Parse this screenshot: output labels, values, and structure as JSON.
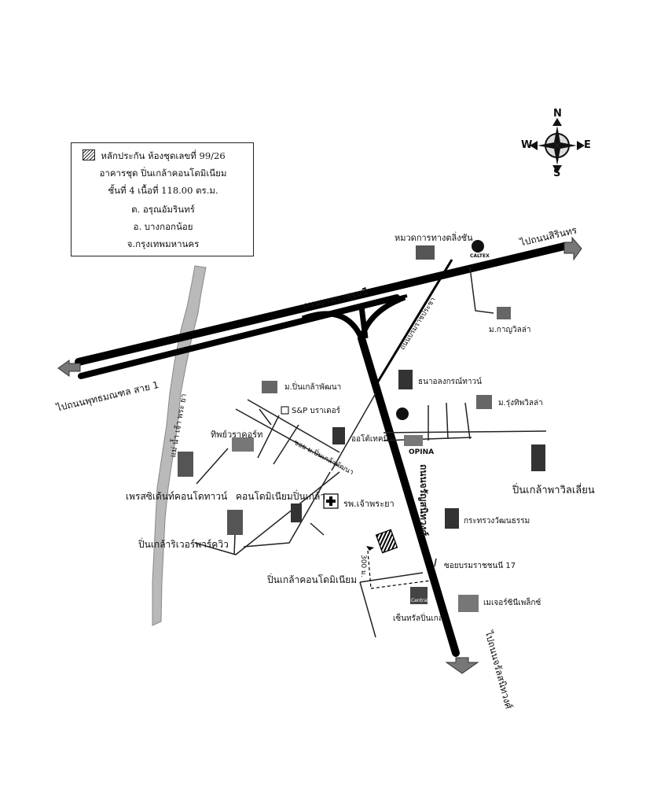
{
  "legend": {
    "line1": "หลักประกัน ห้องชุดเลขที่ 99/26",
    "line2": "อาคารชุด ปิ่นเกล้าคอนโดมิเนียม",
    "line3": "ชั้นที่ 4 เนื้อที่ 118.00 ตร.ม.",
    "line4": "ต. อรุณอัมรินทร์",
    "line5": "อ. บางกอกน้อย",
    "line6": "จ.กรุงเทพมหานคร"
  },
  "compass": {
    "n": "N",
    "s": "S",
    "e": "E",
    "w": "W"
  },
  "roads": {
    "borommaratchachonnani": "ถนนบรมราชชนนี",
    "to_sirindhorn": "ไปถนนสิรินทร",
    "to_phutthamonthon": "ไปถนนพุทธมณฑล สาย 1",
    "charan": "ถนนจรัญสนิทวงศ์",
    "to_charan": "ไปถนนจรัลสนิทวงศ์",
    "borommarat_pracha": "ถนนบรมราชประชา",
    "soi_pinklao_phatthana": "ซอย ม.ปิ่นเกล้าพัฒนา",
    "soi_17": "ซอยบรมราชชนนี 17",
    "river": "แม่ น้ำ เจ้า พระ ยา",
    "distance": "300 ม."
  },
  "places": {
    "highway_dept": "หมวดการทางตลิ่งชัน",
    "caltex": "CALTEX",
    "kanya_villa": "ม.กาญวิลล่า",
    "pinklao_phatthana": "ม.ปิ่นเกล้าพัฒนา",
    "sp": "S&P บราเดอร์",
    "thanalongkorn": "ธนาอลงกรณ์ทาวน์",
    "rungthip_villa": "ม.รุ่งทิพวิลล่า",
    "thiphawarakot": "ทิพย์วราคอร์ท",
    "auto_technic": "ออโต้เทคนิค",
    "opina": "OPINA",
    "pinklao_pavilion": "ปิ่นเกล้าพาวิลเลี่ยน",
    "president_condo": "เพรสซิเด้นท์คอนโดทาวน์",
    "pinklao_condo_building": "คอนโดมิเนียมปิ่นเกล้า",
    "chaophraya_hospital": "รพ.เจ้าพระยา",
    "culture_ministry": "กระทรวงวัฒนธรรม",
    "pinklao_river_park": "ปิ่นเกล้าริเวอร์พาร์ควิว",
    "pinklao_condominium": "ปิ่นเกล้าคอนโดมิเนียม",
    "central": "Central",
    "central_pinklao": "เซ็นทรัลปิ่นเกล้า",
    "major_cineplex": "เมเจอร์ซินีเพล็กซ์"
  }
}
